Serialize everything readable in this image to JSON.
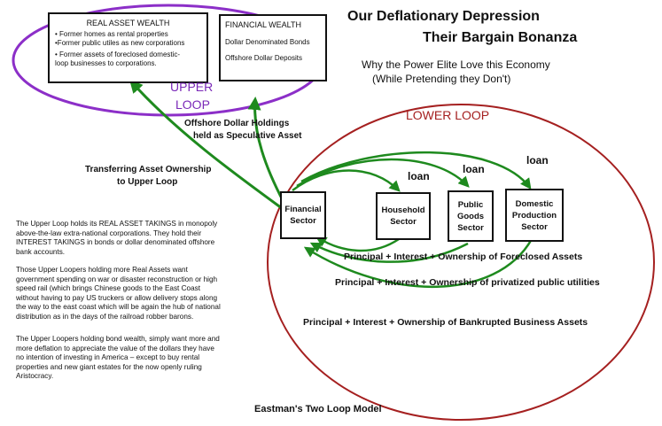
{
  "title": {
    "line1": "Our Deflationary Depression",
    "line2": "Their Bargain Bonanza",
    "subtitle1": "Why the Power Elite Love this Economy",
    "subtitle2": "(While Pretending they Don't)"
  },
  "upper_loop": {
    "label1": "UPPER",
    "label2": "LOOP",
    "color": "#8c2fc8",
    "label_color": "#7a28b8"
  },
  "lower_loop": {
    "label": "LOWER LOOP",
    "color": "#a52020"
  },
  "real_asset_box": {
    "title": "REAL ASSET WEALTH",
    "items": [
      "• Former homes as rental properties",
      "•Former public utiles as new corporations",
      "• Former assets of foreclosed domestic-",
      "loop businesses to corporations."
    ]
  },
  "financial_wealth_box": {
    "title": "FINANCIAL WEALTH",
    "items": [
      "Dollar Denominated Bonds",
      "Offshore Dollar Deposits"
    ]
  },
  "labels": {
    "offshore1": "Offshore Dollar Holdings",
    "offshore2": "held as Speculative Asset",
    "transfer1": "Transferring Asset Ownership",
    "transfer2": "to Upper Loop",
    "loan1": "loan",
    "loan2": "loan",
    "loan3": "loan",
    "flow1": "Principal + Interest + Ownership of Foreclosed Assets",
    "flow2": "Principal + Interest + Ownership of privatized public utilities",
    "flow3": "Principal + Interest + Ownership of Bankrupted Business Assets",
    "footer": "Eastman's Two Loop Model"
  },
  "sectors": {
    "financial": [
      "Financial",
      "Sector"
    ],
    "household": [
      "Household",
      "Sector"
    ],
    "public": [
      "Public",
      "Goods",
      "Sector"
    ],
    "domestic": [
      "Domestic",
      "Production",
      "Sector"
    ]
  },
  "paragraphs": [
    {
      "lines": [
        "The Upper Loop holds its REAL ASSET TAKINGS in monopoly",
        "above-the-law extra-national corporations.  They hold their",
        "INTEREST TAKINGS in bonds or dollar denominated offshore",
        "bank accounts."
      ]
    },
    {
      "lines": [
        "Those Upper Loopers holding more Real Assets want",
        "government spending on war or disaster reconstruction or high",
        "speed rail (which brings Chinese goods to the East Coast",
        "without having to pay US truckers or allow delivery stops along",
        "the way to the east coast which will be again the hub of national",
        "distribution as in the days of the railroad robber barons."
      ]
    },
    {
      "lines": [
        "The Upper Loopers holding bond wealth, simply want more and",
        "more deflation to appreciate the value of the dollars they have",
        "no intention of investing in America – except to buy rental",
        "properties and new giant estates for the now openly ruling",
        "Aristocracy."
      ]
    }
  ],
  "arrow_color": "#1e8a1e"
}
